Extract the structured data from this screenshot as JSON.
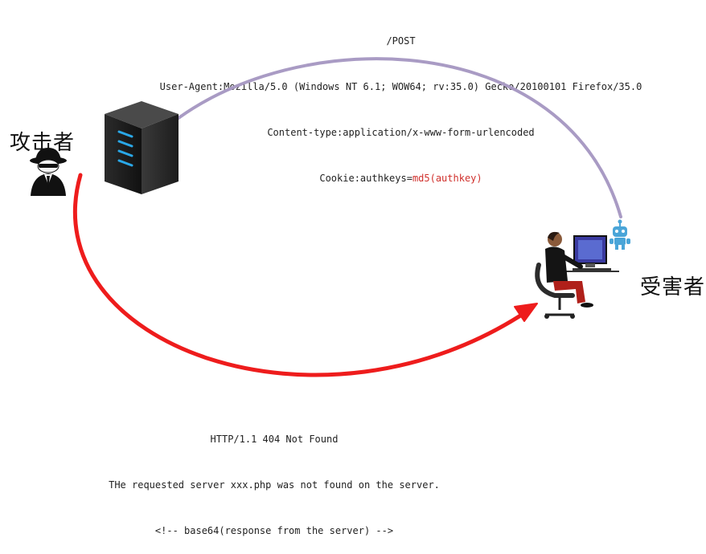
{
  "request": {
    "line1": "/POST",
    "line2": "User-Agent:Mozilla/5.0 (Windows NT 6.1; WOW64; rv:35.0) Gecko/20100101 Firefox/35.0",
    "line3": "Content-type:application/x-www-form-urlencoded",
    "line4_prefix": "Cookie:authkeys=",
    "line4_highlight": "md5(authkey)"
  },
  "response": {
    "line1": "HTTP/1.1 404 Not Found",
    "line2": "THe requested server xxx.php was not found on the server.",
    "line3": "<!-- base64(response from the server) -->"
  },
  "labels": {
    "attacker": "攻击者",
    "victim": "受害者"
  },
  "colors": {
    "request_arrow": "#a99bc4",
    "response_arrow": "#ee1c1c",
    "highlight": "#d0312d"
  }
}
